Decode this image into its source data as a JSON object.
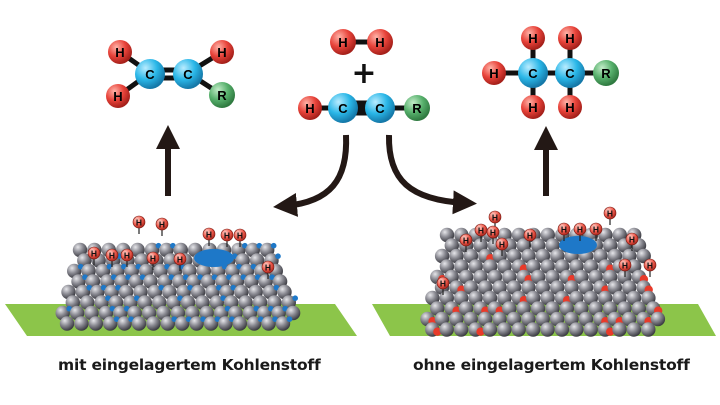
{
  "diagram": {
    "reaction": {
      "hydrogen": [
        "H",
        "H"
      ],
      "plus": "+",
      "alkyne": [
        "H",
        "C",
        "C",
        "R"
      ]
    },
    "product_left": {
      "atoms": [
        "H",
        "H",
        "C",
        "C",
        "H",
        "R"
      ]
    },
    "product_right": {
      "atoms": [
        "H",
        "H",
        "H",
        "C",
        "C",
        "R",
        "H",
        "H"
      ]
    },
    "surface_hydrogen_label": "H",
    "captions": {
      "left": "mit eingelagertem Kohlenstoff",
      "right": "ohne eingelagertem Kohlenstoff"
    },
    "colors": {
      "hydrogen": "#e8433a",
      "carbon": "#2ab7e8",
      "rest_group": "#57b06c",
      "support": "#8cc54a",
      "catalyst_atom": "#7d7d85",
      "embedded_carbon": "#1e78c8",
      "adsorbed_species": "#e83a2a",
      "arrow": "#231815"
    }
  }
}
